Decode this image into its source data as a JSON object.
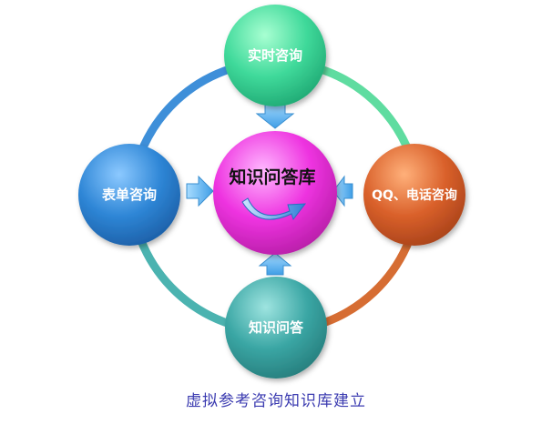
{
  "diagram": {
    "center": {
      "label": "知识问答库",
      "color": "#ee33e0"
    },
    "nodes": {
      "top": {
        "label": "实时咨询",
        "color": "#3fd99a"
      },
      "left": {
        "label": "表单咨询",
        "color": "#2e86d6"
      },
      "right": {
        "label": "QQ、电话咨询",
        "color": "#d9602a"
      },
      "bottom": {
        "label": "知识问答",
        "color": "#3aa6a4"
      }
    },
    "arrows": {
      "color": "#59b4ec"
    }
  },
  "caption": "虚拟参考咨询知识库建立"
}
